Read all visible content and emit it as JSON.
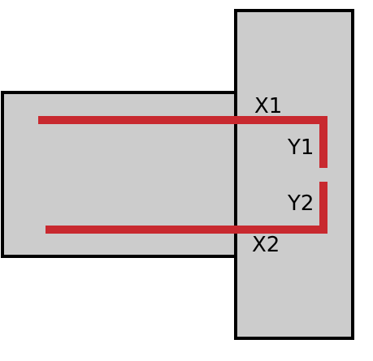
{
  "colors": {
    "background": "#ffffff",
    "panel_fill": "#cccccc",
    "panel_stroke": "#000000",
    "trace": "#c8292f",
    "text": "#000000"
  },
  "labels": {
    "x1": "X1",
    "y1": "Y1",
    "y2": "Y2",
    "x2": "X2"
  }
}
